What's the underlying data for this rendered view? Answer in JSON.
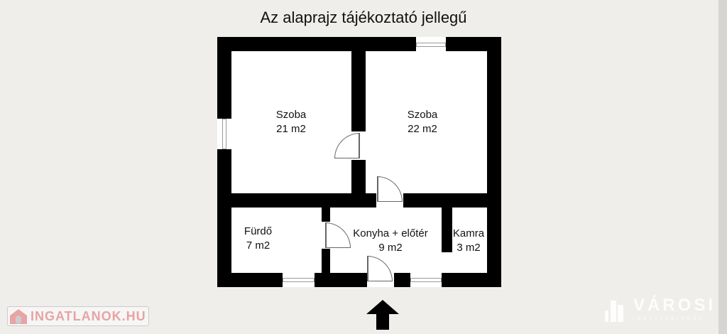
{
  "title": "Az alaprajz tájékoztató jellegű",
  "rooms": [
    {
      "name": "Szoba",
      "area": "21 m2"
    },
    {
      "name": "Szoba",
      "area": "22 m2"
    },
    {
      "name": "Fürdő",
      "area": "7 m2"
    },
    {
      "name": "Konyha + előtér",
      "area": "9 m2"
    },
    {
      "name": "Kamra",
      "area": "3 m2"
    }
  ],
  "watermarks": {
    "left": "INGATLANOK.HU",
    "right": "VÁROSI",
    "right_sub": "INGATLANIRODA"
  }
}
